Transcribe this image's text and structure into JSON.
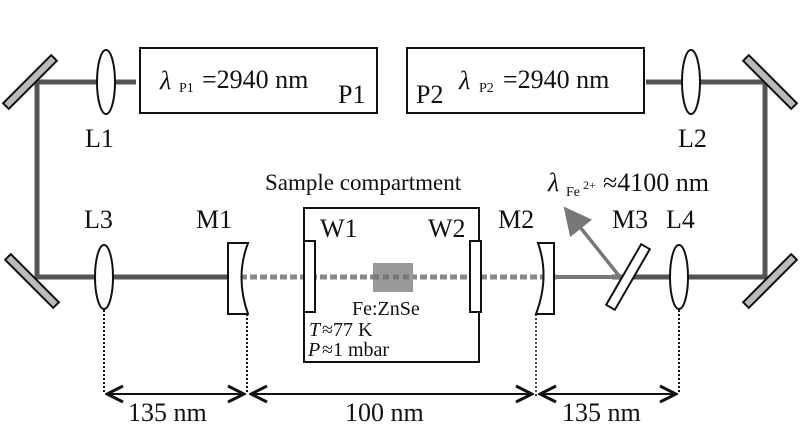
{
  "diagram": {
    "title": "Fe:ZnSe laser pumping setup",
    "pumps": [
      {
        "name": "P1",
        "lambda_symbol": "λ",
        "lambda_sub": "P1",
        "lambda_value": "=2940 nm"
      },
      {
        "name": "P2",
        "lambda_symbol": "λ",
        "lambda_sub": "P2",
        "lambda_value": "=2940 nm"
      }
    ],
    "lenses": [
      "L1",
      "L2",
      "L3",
      "L4"
    ],
    "mirrors": [
      "M1",
      "M2",
      "M3"
    ],
    "windows": [
      "W1",
      "W2"
    ],
    "compartment": {
      "title": "Sample compartment",
      "crystal": "Fe:ZnSe",
      "temperature_symbol": "T",
      "temperature_value": "≈77 K",
      "pressure_symbol": "P",
      "pressure_value": "≈1 mbar"
    },
    "output": {
      "lambda_symbol": "λ",
      "lambda_sub": "Fe",
      "lambda_sup": "2+",
      "lambda_value": "≈4100 nm"
    },
    "distances": [
      "135 nm",
      "100 nm",
      "135 nm"
    ],
    "colors": {
      "beam": "#555555",
      "mirror_fill": "#bbbbbb",
      "crystal_fill": "#999999",
      "output_beam": "#777777"
    }
  }
}
